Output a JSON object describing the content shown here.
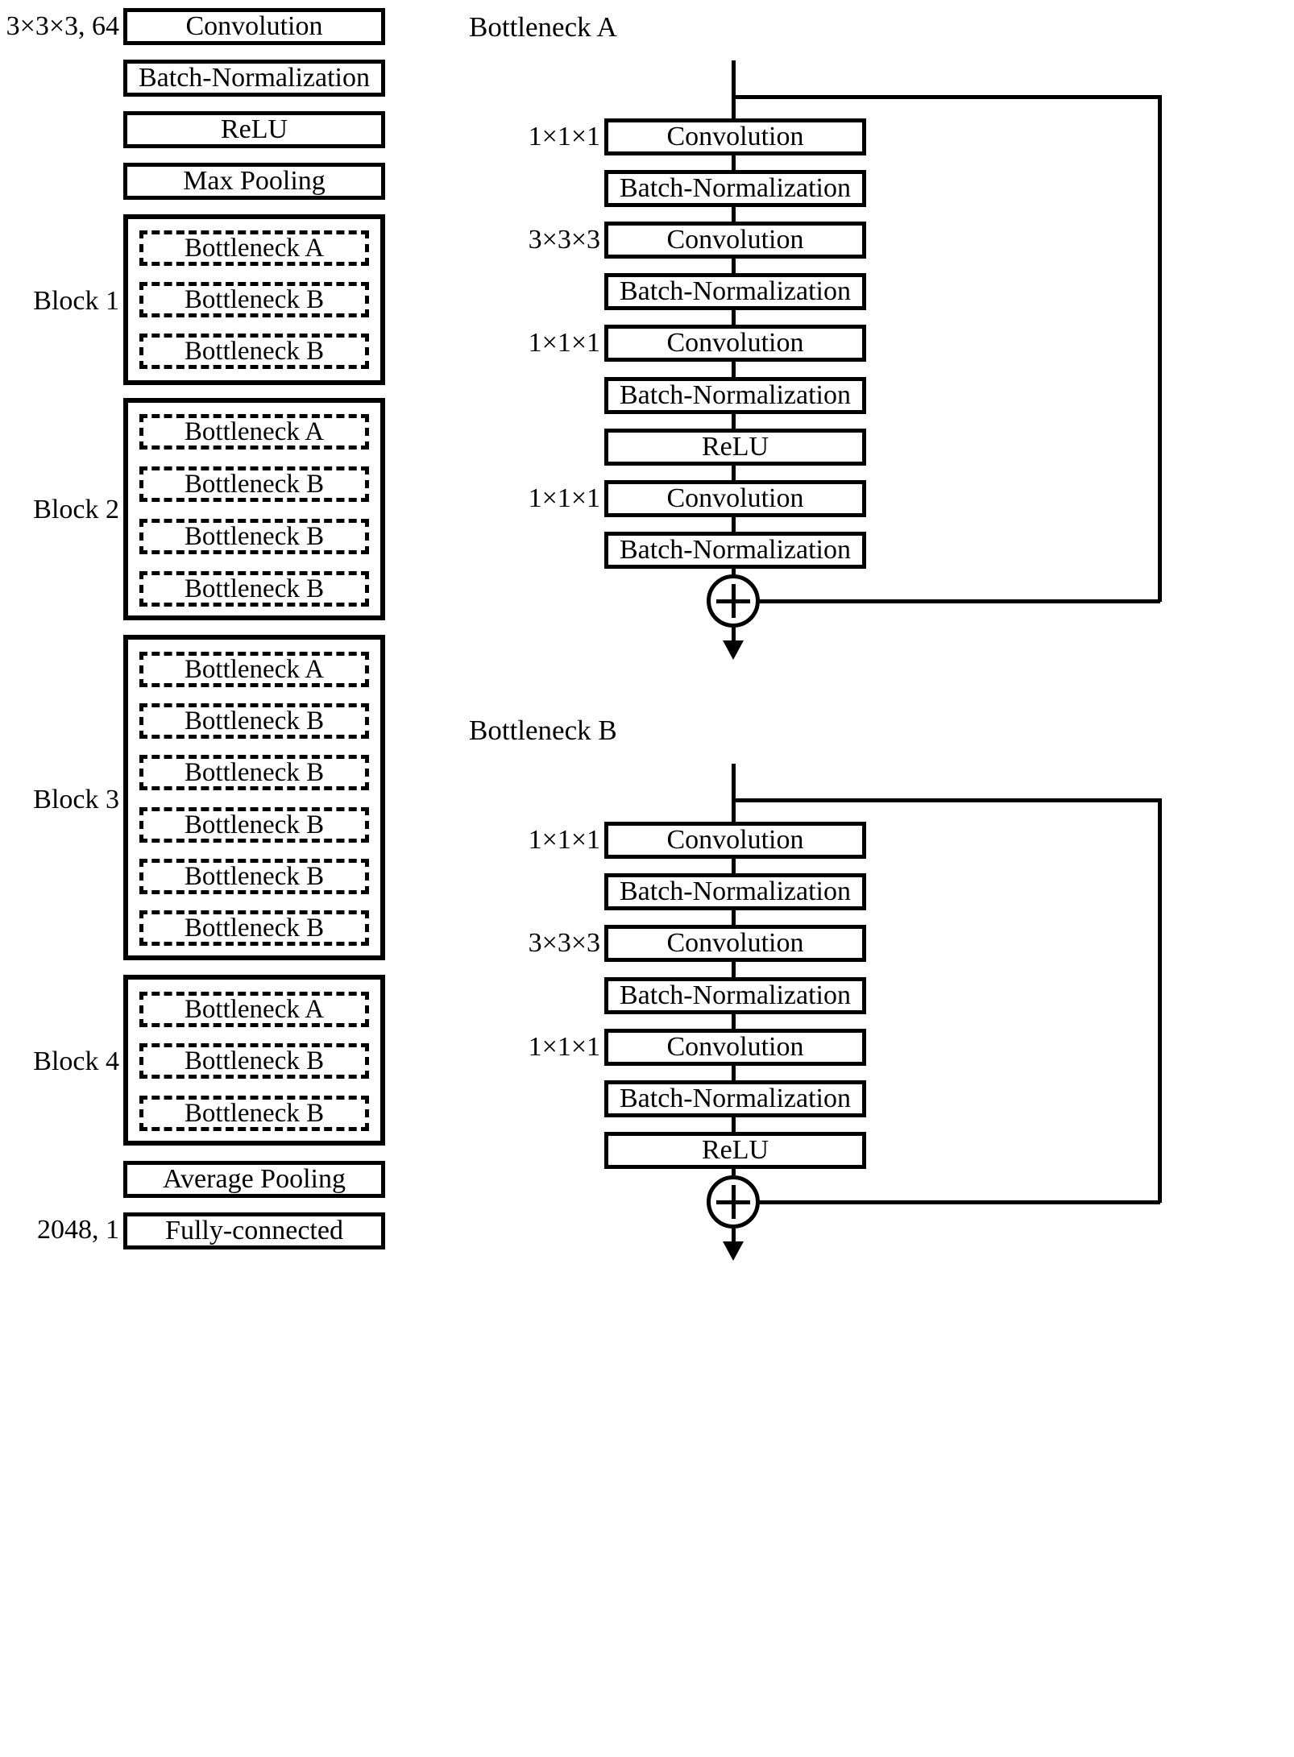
{
  "diagram": {
    "type": "neural-network-architecture",
    "left_column": {
      "name": "backbone-pipeline",
      "layers": [
        {
          "side_label": "3×3×3, 64",
          "text": "Convolution"
        },
        {
          "side_label": "",
          "text": "Batch-Normalization"
        },
        {
          "side_label": "",
          "text": "ReLU"
        },
        {
          "side_label": "",
          "text": "Max  Pooling"
        }
      ],
      "blocks": [
        {
          "label": "Block 1",
          "units": [
            "Bottleneck  A",
            "Bottleneck B",
            "Bottleneck B"
          ]
        },
        {
          "label": "Block 2",
          "units": [
            "Bottleneck  A",
            "Bottleneck B",
            "Bottleneck B",
            "Bottleneck B"
          ]
        },
        {
          "label": "Block 3",
          "units": [
            "Bottleneck  A",
            "Bottleneck B",
            "Bottleneck B",
            "Bottleneck B",
            "Bottleneck B",
            "Bottleneck B"
          ]
        },
        {
          "label": "Block 4",
          "units": [
            "Bottleneck  A",
            "Bottleneck B",
            "Bottleneck B"
          ]
        }
      ],
      "tail_layers": [
        {
          "side_label": "",
          "text": "Average Pooling"
        },
        {
          "side_label": "2048, 1",
          "text": "Fully-connected"
        }
      ]
    },
    "bottleneck_a": {
      "title": "Bottleneck A",
      "layers": [
        {
          "side_label": "1×1×1",
          "text": "Convolution"
        },
        {
          "side_label": "",
          "text": "Batch-Normalization"
        },
        {
          "side_label": "3×3×3",
          "text": "Convolution"
        },
        {
          "side_label": "",
          "text": "Batch-Normalization"
        },
        {
          "side_label": "1×1×1",
          "text": "Convolution"
        },
        {
          "side_label": "",
          "text": "Batch-Normalization"
        },
        {
          "side_label": "",
          "text": "ReLU"
        },
        {
          "side_label": "1×1×1",
          "text": "Convolution"
        },
        {
          "side_label": "",
          "text": "Batch-Normalization"
        }
      ],
      "merge_operator": "+",
      "skip_connection": true
    },
    "bottleneck_b": {
      "title": "Bottleneck B",
      "layers": [
        {
          "side_label": "1×1×1",
          "text": "Convolution"
        },
        {
          "side_label": "",
          "text": "Batch-Normalization"
        },
        {
          "side_label": "3×3×3",
          "text": "Convolution"
        },
        {
          "side_label": "",
          "text": "Batch-Normalization"
        },
        {
          "side_label": "1×1×1",
          "text": "Convolution"
        },
        {
          "side_label": "",
          "text": "Batch-Normalization"
        },
        {
          "side_label": "",
          "text": "ReLU"
        }
      ],
      "merge_operator": "+",
      "skip_connection": true
    },
    "colors": {
      "stroke": "#000000",
      "fill": "#ffffff"
    }
  }
}
